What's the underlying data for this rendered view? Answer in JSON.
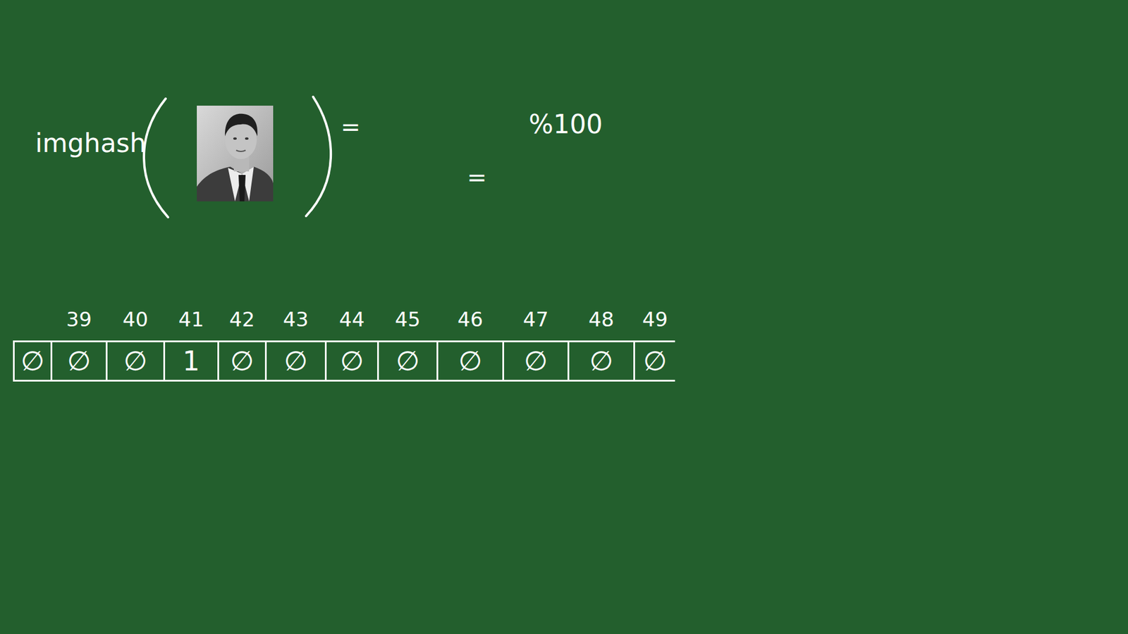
{
  "diagram": {
    "nodes": [
      {
        "text": [
          "∅"
        ]
      },
      {
        "text": [
          "39",
          "∅"
        ]
      },
      {
        "text": [
          "40",
          "∅"
        ]
      },
      {
        "text": [
          "41",
          "1"
        ]
      },
      {
        "text": [
          "42",
          "∅"
        ]
      },
      {
        "text": [
          "43",
          "∅"
        ]
      },
      {
        "text": [
          "44",
          "∅"
        ]
      },
      {
        "text": [
          "45",
          "∅"
        ]
      },
      {
        "text": [
          "46",
          "∅"
        ]
      },
      {
        "text": [
          "47",
          "∅"
        ]
      },
      {
        "text": [
          "48",
          "∅"
        ]
      },
      {
        "text": [
          "49",
          "∅"
        ]
      }
    ],
    "labels": [
      "imghash",
      "=",
      "%100",
      "="
    ]
  }
}
